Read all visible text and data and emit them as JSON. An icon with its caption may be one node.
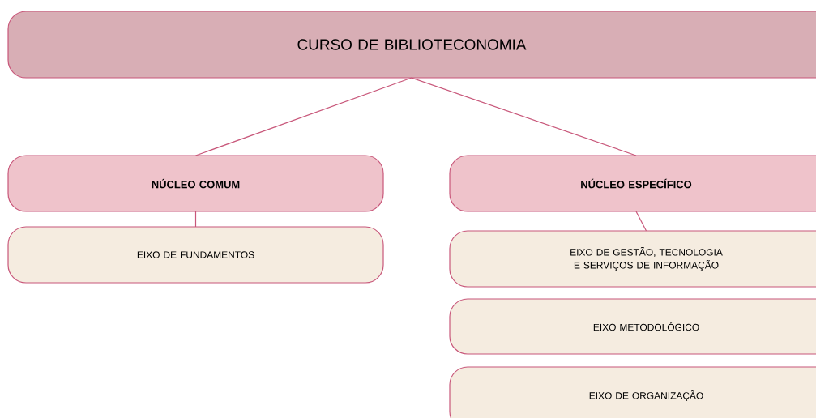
{
  "diagram": {
    "nodes": [
      {
        "text": [
          "CURSO DE BIBLIOTECONOMIA"
        ]
      },
      {
        "text": [
          "NÚCLEO COMUM"
        ]
      },
      {
        "text": [
          "NÚCLEO ESPECÍFICO"
        ]
      },
      {
        "text": [
          "EIXO DE FUNDAMENTOS"
        ]
      },
      {
        "text": [
          "EIXO DE GESTÃO, TECNOLOGIA E SERVIÇOS DE INFORMAÇÃO"
        ]
      },
      {
        "text": [
          "EIXO METODOLÓGICO"
        ]
      },
      {
        "text": [
          "EIXO DE ORGANIZAÇÃO"
        ]
      }
    ],
    "edges": [
      {
        "from": 0,
        "to": 1,
        "arrow": "none"
      },
      {
        "from": 0,
        "to": 2,
        "arrow": "none"
      },
      {
        "from": 1,
        "to": 3,
        "arrow": "none"
      },
      {
        "from": 2,
        "to": 4,
        "arrow": "none"
      }
    ]
  }
}
